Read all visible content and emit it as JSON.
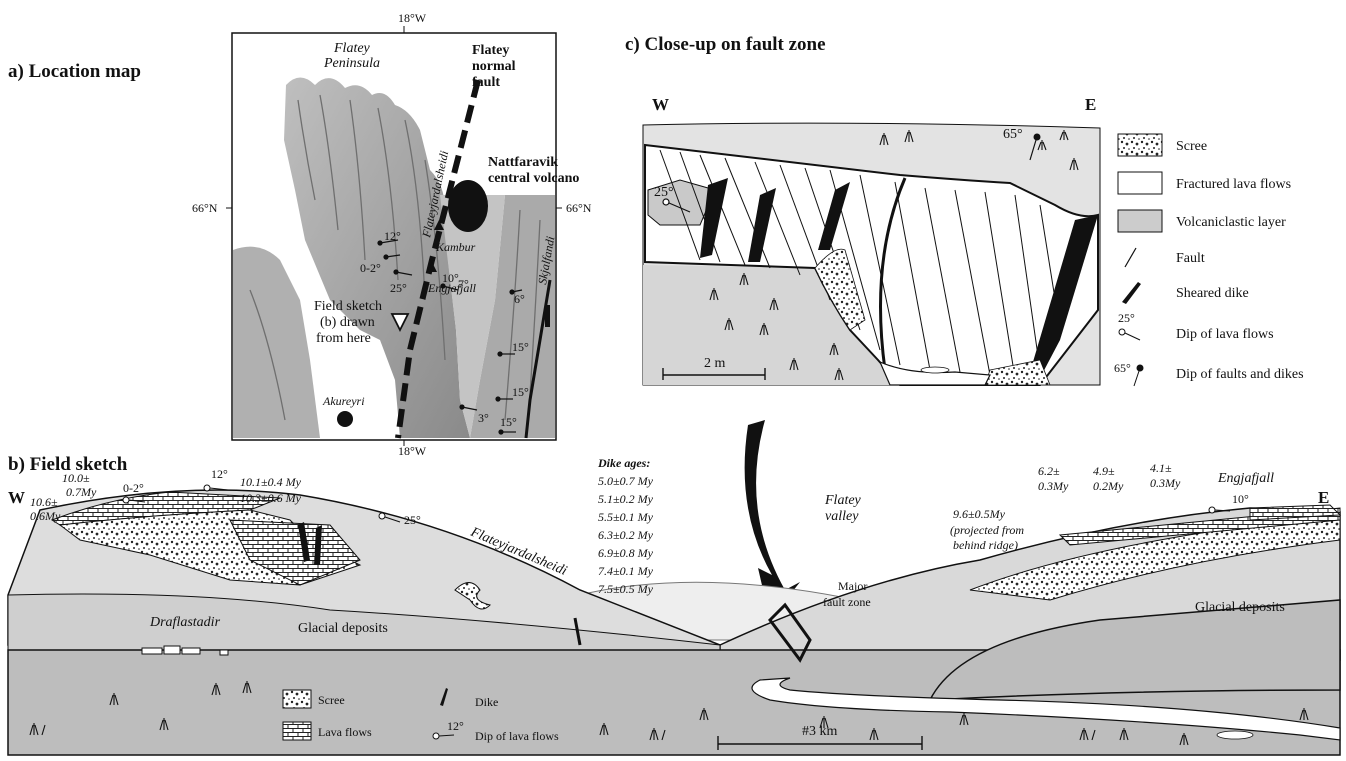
{
  "panels": {
    "a_title": "a) Location map",
    "b_title": "b) Field sketch",
    "c_title": "c) Close-up on fault zone"
  },
  "map": {
    "top_lon": "18°W",
    "bottom_lon": "18°W",
    "left_lat": "66°N",
    "right_lat": "66°N",
    "flatey_peninsula_1": "Flatey",
    "flatey_peninsula_2": "Peninsula",
    "fault_1": "Flatey",
    "fault_2": "normal",
    "fault_3": "fault",
    "volcano_1": "Nattfaravik",
    "volcano_2": "central volcano",
    "flateyjardalsheidi": "Flateyjardalsheidi",
    "skjalfandi": "Skjalfandi",
    "kambur": "Kambur",
    "engjafjall": "Engjafjall",
    "akureyri": "Akureyri",
    "sketch_1": "Field sketch",
    "sketch_2": "(b) drawn",
    "sketch_3": "from here",
    "dips": [
      "12°",
      "0-2°",
      "25°",
      "10°",
      "7°",
      "6°",
      "15°",
      "15°",
      "3°",
      "15°"
    ]
  },
  "closeup": {
    "w": "W",
    "e": "E",
    "dip_lava": "25°",
    "dip_fault": "65°",
    "scale": "2 m",
    "legend": [
      "Scree",
      "Fractured lava flows",
      "Volcaniclastic layer",
      "Fault",
      "Sheared dike",
      "Dip of lava flows",
      "Dip of faults and dikes"
    ],
    "legend_dip_lava": "25°",
    "legend_dip_fault": "65°"
  },
  "sketch": {
    "w": "W",
    "e": "E",
    "age_w1a": "10.0±",
    "age_w1b": "0.7My",
    "age_w2a": "10.6±",
    "age_w2b": "0.6My",
    "dip_02": "0-2°",
    "dip_12": "12°",
    "age_c1": "10.1±0.4 My",
    "age_c2": "10.3±0.6 My",
    "dip_25": "25°",
    "flateyjardalsheidi": "Flateyjardalsheidi",
    "dike_ages_title": "Dike ages:",
    "dike_ages": [
      "5.0±0.7 My",
      "5.1±0.2 My",
      "5.5±0.1 My",
      "6.3±0.2 My",
      "6.9±0.8 My",
      "7.4±0.1 My",
      "7.5±0.5 My"
    ],
    "flatey_valley_1": "Flatey",
    "flatey_valley_2": "valley",
    "major_fault_1": "Major",
    "major_fault_2": "fault zone",
    "age_e1a": "6.2±",
    "age_e1b": "0.3My",
    "age_e2a": "4.9±",
    "age_e2b": "0.2My",
    "age_e3a": "4.1±",
    "age_e3b": "0.3My",
    "engjafjall": "Engjafjall",
    "dip_10": "10°",
    "proj_1": "9.6±0.5My",
    "proj_2": "(projected from",
    "proj_3": "behind ridge)",
    "draflastadir": "Draflastadir",
    "glacial_w": "Glacial deposits",
    "glacial_e": "Glacial deposits",
    "scale": "#3 km",
    "legend_scree": "Scree",
    "legend_lava": "Lava flows",
    "legend_dike": "Dike",
    "legend_dip_val": "12°",
    "legend_dip": "Dip of lava flows"
  }
}
